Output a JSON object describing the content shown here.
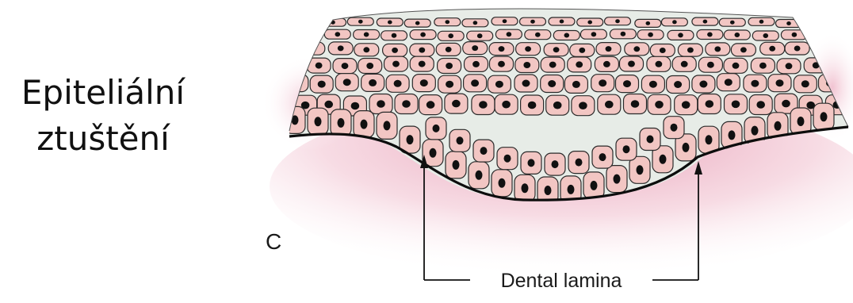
{
  "caption": {
    "line1": "Epiteliální",
    "line2": "ztuštění"
  },
  "figure": {
    "panel_letter": "C",
    "arrow_label": "Dental lamina"
  },
  "colors": {
    "cell_fill": "#f2c6c3",
    "mesenchyme_glow": "#e8a0b4",
    "outline": "#111111"
  }
}
